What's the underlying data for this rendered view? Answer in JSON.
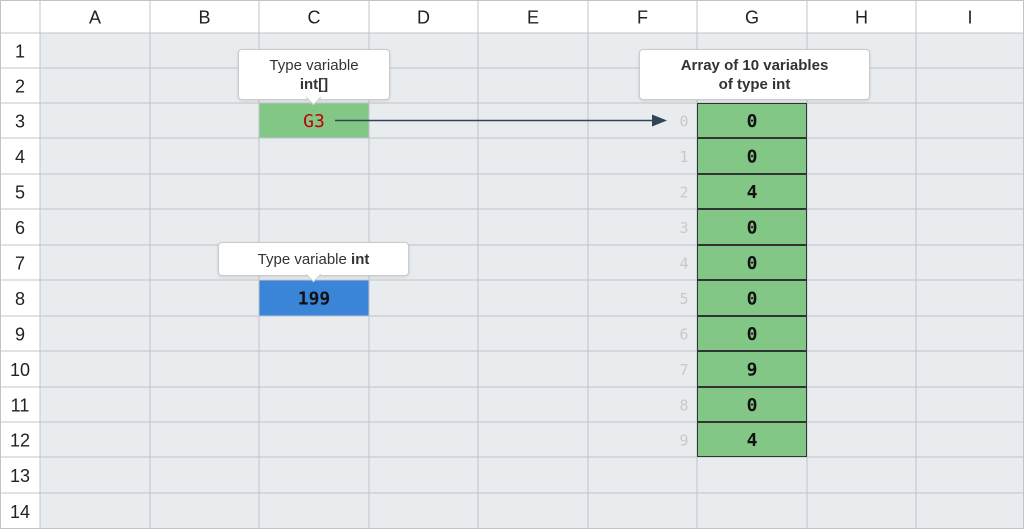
{
  "columns": [
    "A",
    "B",
    "C",
    "D",
    "E",
    "F",
    "G",
    "H",
    "I"
  ],
  "rows": [
    "1",
    "2",
    "3",
    "4",
    "5",
    "6",
    "7",
    "8",
    "9",
    "10",
    "11",
    "12",
    "13",
    "14"
  ],
  "reference_cell": {
    "value": "G3",
    "color": "#c00000",
    "fill": "#82c785"
  },
  "int_cell": {
    "value": "199",
    "fill": "#3a85d8"
  },
  "array": {
    "indices": [
      "0",
      "1",
      "2",
      "3",
      "4",
      "5",
      "6",
      "7",
      "8",
      "9"
    ],
    "values": [
      "0",
      "0",
      "4",
      "0",
      "0",
      "0",
      "0",
      "9",
      "0",
      "4"
    ],
    "fill": "#82c785"
  },
  "callouts": {
    "ref": {
      "line1": "Type variable",
      "line2_bold": "int[]"
    },
    "array": {
      "line1": "Array of 10 variables",
      "line2": "of type int"
    },
    "int": {
      "text_prefix": "Type variable ",
      "text_suffix_bold": "int"
    }
  },
  "colors": {
    "grid_bg": "#e9ecef",
    "grid_line": "#c0c4c9",
    "text": "#222222",
    "index_text": "#c8c8c8"
  }
}
